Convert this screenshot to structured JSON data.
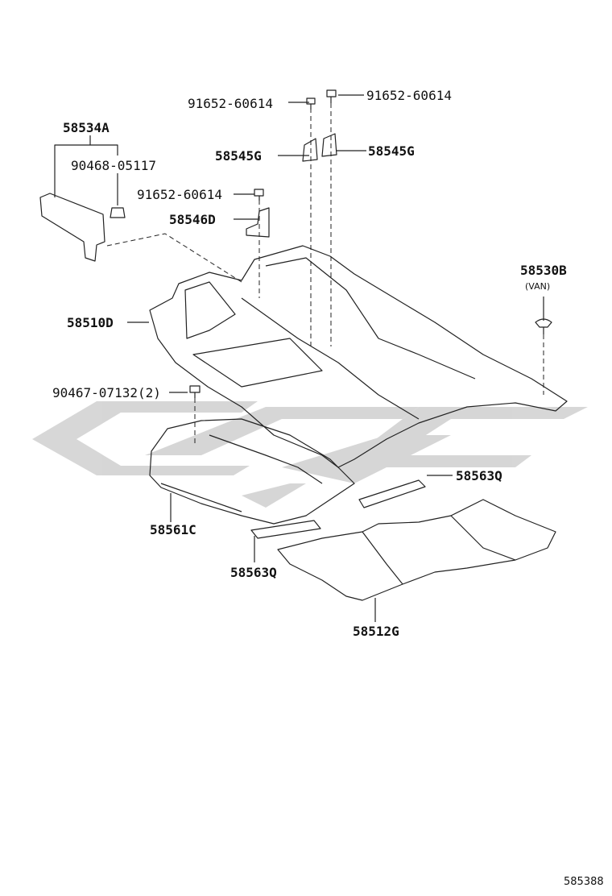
{
  "diagram": {
    "id": "585388",
    "parts": {
      "p58534a": "58534A",
      "p90468": "90468-05117",
      "p91652_top_left": "91652-60614",
      "p91652_top_right": "91652-60614",
      "p91652_mid": "91652-60614",
      "p58545g_left": "58545G",
      "p58545g_right": "58545G",
      "p58546d": "58546D",
      "p58530b": "58530B",
      "p58530b_note": "(VAN)",
      "p58510d": "58510D",
      "p90467": "90467-07132(2)",
      "p58561c": "58561C",
      "p58563q_right": "58563Q",
      "p58563q_left": "58563Q",
      "p58512g": "58512G"
    }
  },
  "colors": {
    "line": "#222222",
    "watermark": "#d0d0d0"
  }
}
